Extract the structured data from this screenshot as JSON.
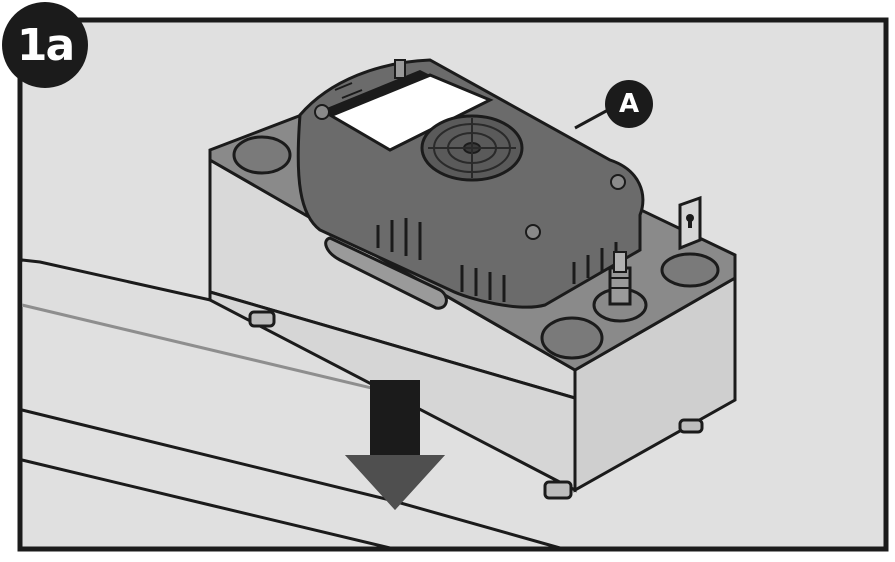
{
  "figure": {
    "step_label": "1a",
    "callouts": [
      {
        "id": "A",
        "label": "A",
        "target": "pump-cover"
      }
    ],
    "icons": [
      "down-arrow-icon",
      "keyhole-mounting-bracket",
      "cooling-fan-grille",
      "discharge-barb-fitting"
    ],
    "colors": {
      "background": "#e0e0e0",
      "outline": "#1b1b1b",
      "cover": "#6b6b6b",
      "tank": "#d6d6d6",
      "label": "#ffffff",
      "arrow": "#1b1b1b"
    }
  }
}
